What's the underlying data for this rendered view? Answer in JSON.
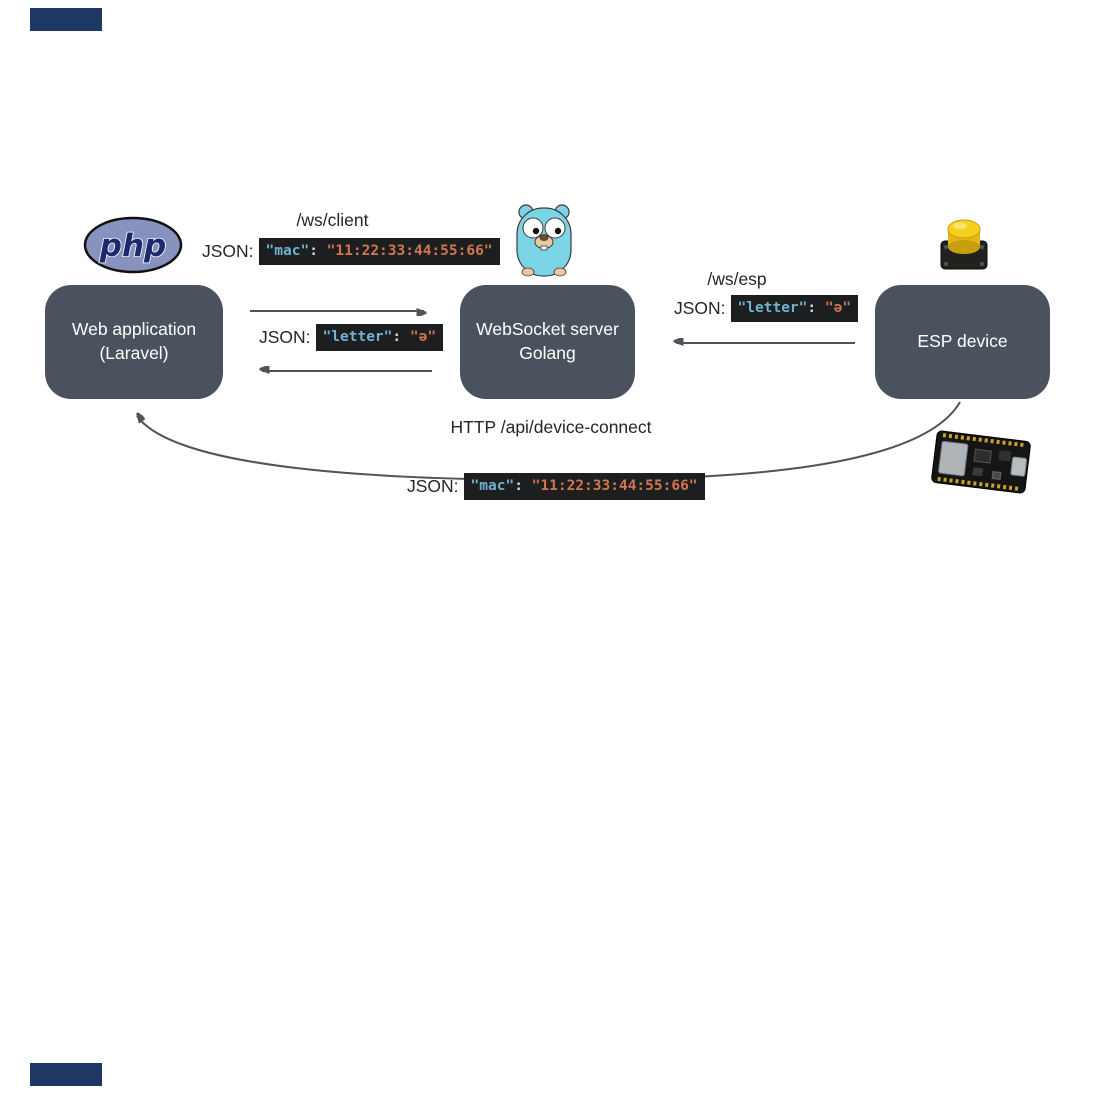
{
  "colors": {
    "node_bg": "#4a535d",
    "node_text": "#ffffff",
    "code_bg": "#1d1e20",
    "code_key": "#6fb3d2",
    "code_punct": "#d8d8d8",
    "code_value": "#d3764f",
    "arrow": "#4d545b",
    "slide_bar": "#1e3765",
    "php_ellipse": "#8892bf",
    "label_text": "#262626"
  },
  "logos": {
    "php_label": "php"
  },
  "nodes": {
    "web_app": {
      "line1": "Web application",
      "line2": "(Laravel)"
    },
    "ws_server": {
      "line1": "WebSocket server",
      "line2": "Golang"
    },
    "esp": {
      "label": "ESP device"
    }
  },
  "edges": {
    "ws_client": {
      "route": "/ws/client",
      "json_label": "JSON:",
      "code_key": "\"mac\"",
      "code_sep": ": ",
      "code_value": "\"11:22:33:44:55:66\""
    },
    "server_to_web": {
      "json_label": "JSON:",
      "code_key": "\"letter\"",
      "code_sep": ": ",
      "code_value": "\"ə\""
    },
    "ws_esp": {
      "route": "/ws/esp",
      "json_label": "JSON:",
      "code_key": "\"letter\"",
      "code_sep": ": ",
      "code_value": "\"ə\""
    },
    "device_connect": {
      "route": "HTTP /api/device-connect",
      "json_label": "JSON:",
      "code_key": "\"mac\"",
      "code_sep": ": ",
      "code_value": "\"11:22:33:44:55:66\""
    }
  }
}
